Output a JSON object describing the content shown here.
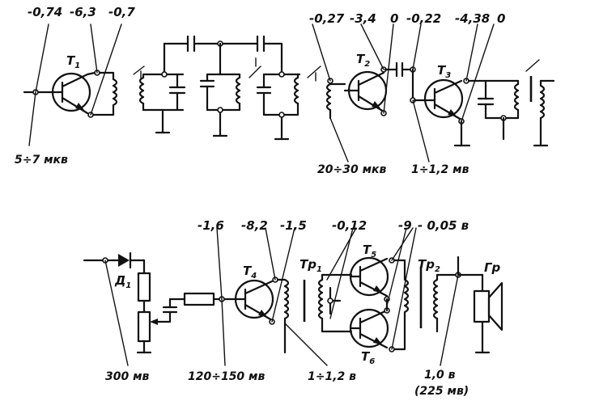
{
  "stage1": {
    "t1": {
      "letter": "T",
      "sub": "1"
    },
    "t2": {
      "letter": "T",
      "sub": "2"
    },
    "t3": {
      "letter": "T",
      "sub": "3"
    },
    "v_t1_base": "-0,74",
    "v_t1_collector": "-6,3",
    "v_t1_emitter": "-0,7",
    "v_t2_base": "-0,27",
    "v_t2_collector": "-3,4",
    "v_t2_emitter": "0",
    "v_t3_base": "-0,22",
    "v_t3_collector": "-4,38",
    "v_t3_emitter": "0",
    "input_level": "5÷7 мкв",
    "mid_level": "20÷30 мкв",
    "out_level": "1÷1,2 мв"
  },
  "stage2": {
    "diode": {
      "letter": "Д",
      "sub": "1"
    },
    "t4": {
      "letter": "T",
      "sub": "4"
    },
    "t5": {
      "letter": "T",
      "sub": "5"
    },
    "t6": {
      "letter": "T",
      "sub": "6"
    },
    "tr1": {
      "letter": "Тр",
      "sub": "1"
    },
    "tr2": {
      "letter": "Тр",
      "sub": "2"
    },
    "speaker": "Гр",
    "v_t4_base": "-1,6",
    "v_t4_collector": "-8,2",
    "v_t4_emitter": "-1,5",
    "v_push_base": "-0,12",
    "v_push_collector": "-9",
    "v_push_emitter": "- 0,05 в",
    "det_level": "300 мв",
    "t4_in_level": "120÷150 мв",
    "t4_out_level": "1÷1,2 в",
    "out_v": "1,0 в",
    "out_p": "(225 мв)"
  }
}
